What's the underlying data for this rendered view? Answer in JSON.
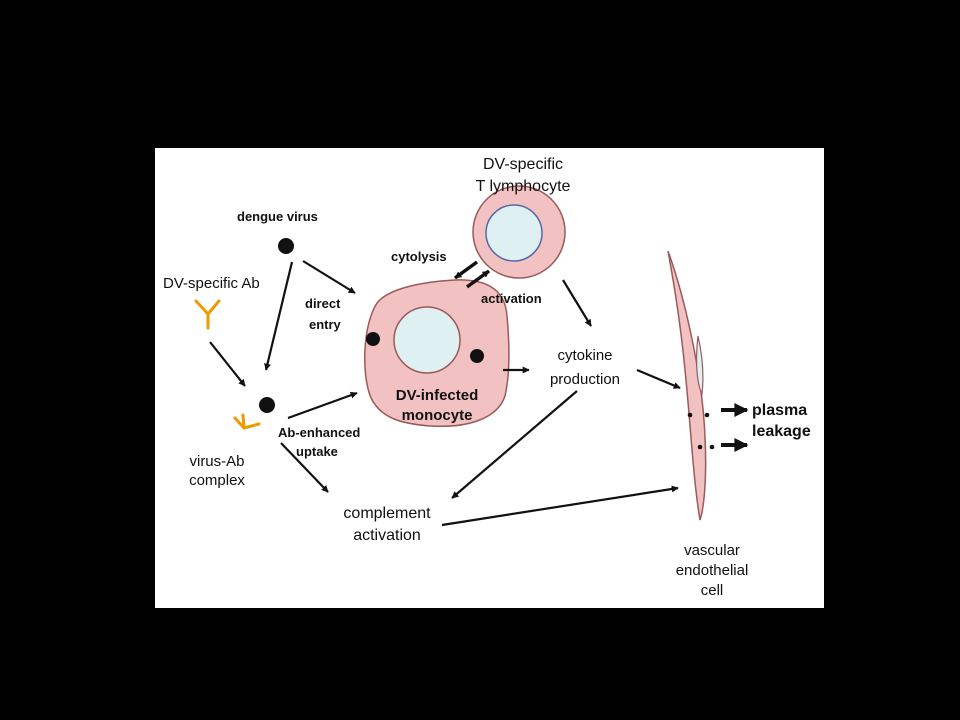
{
  "diagram": {
    "labels": {
      "t_cell_title_line1": "DV-specific",
      "t_cell_title_line2": "T lymphocyte",
      "dengue_virus": "dengue virus",
      "dv_specific_ab": "DV-specific Ab",
      "cytolysis": "cytolysis",
      "activation": "activation",
      "direct_entry_line1": "direct",
      "direct_entry_line2": "entry",
      "monocyte_line1": "DV-infected",
      "monocyte_line2": "monocyte",
      "cytokine_line1": "cytokine",
      "cytokine_line2": "production",
      "ab_uptake_line1": "Ab-enhanced",
      "ab_uptake_line2": "uptake",
      "virus_ab_line1": "virus-Ab",
      "virus_ab_line2": "complex",
      "complement_line1": "complement",
      "complement_line2": "activation",
      "plasma_leakage_line1": "plasma",
      "plasma_leakage_line2": "leakage",
      "endothelial_line1": "vascular",
      "endothelial_line2": "endothelial",
      "endothelial_line3": "cell"
    },
    "colors": {
      "cell_fill": "#f2c2c2",
      "cell_stroke": "#9a5a5a",
      "nucleus_fill": "#dff0f3",
      "nucleus_stroke_t": "#5566aa",
      "antibody": "#f09a00",
      "ink": "#111111"
    }
  }
}
